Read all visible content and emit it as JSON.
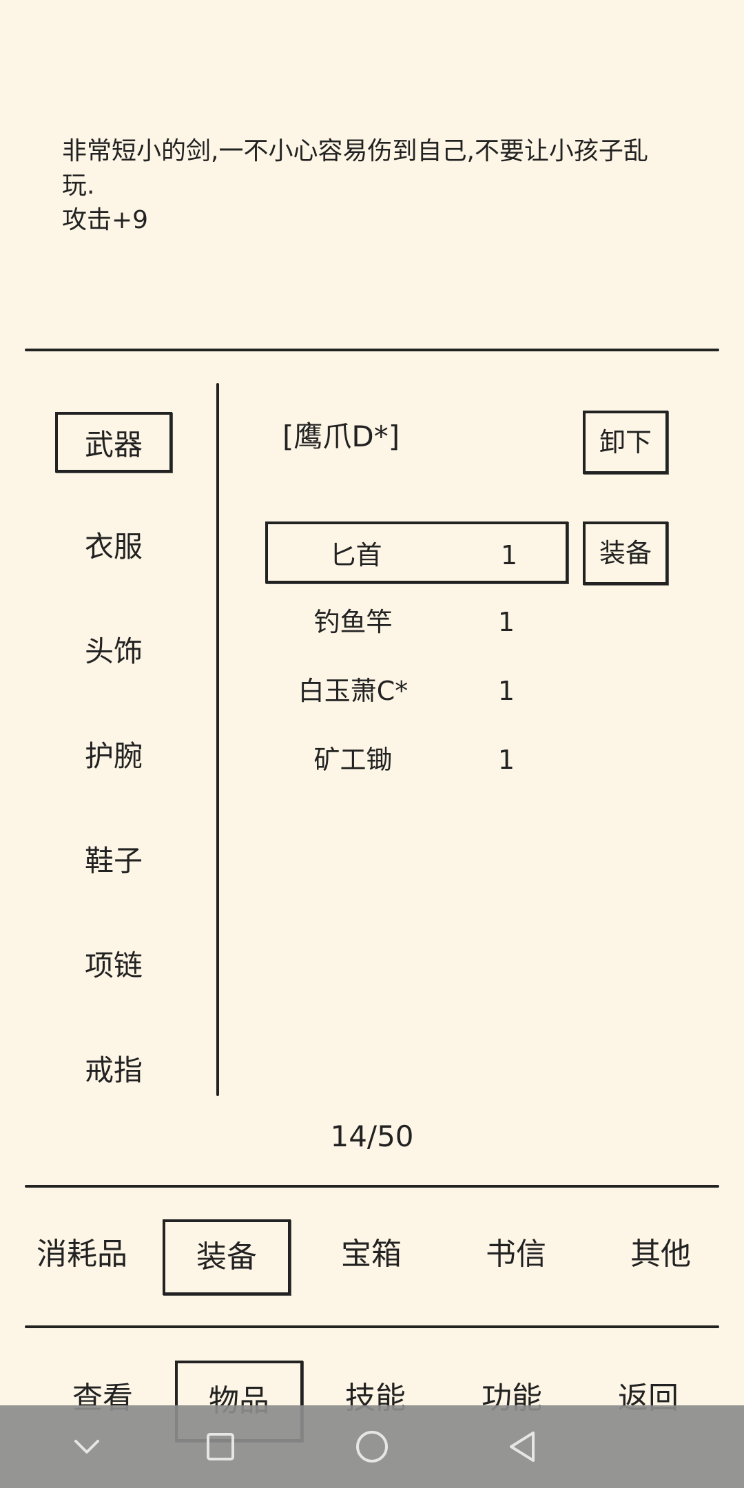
{
  "description": {
    "line1": "非常短小的剑,一不小心容易伤到自己,不要让小孩子乱",
    "line2": "玩.",
    "line3": "攻击+9"
  },
  "categories": [
    {
      "label": "武器",
      "selected": true
    },
    {
      "label": "衣服",
      "selected": false
    },
    {
      "label": "头饰",
      "selected": false
    },
    {
      "label": "护腕",
      "selected": false
    },
    {
      "label": "鞋子",
      "selected": false
    },
    {
      "label": "项链",
      "selected": false
    },
    {
      "label": "戒指",
      "selected": false
    }
  ],
  "equipped": {
    "name": "[鹰爪D*]",
    "unequip_label": "卸下"
  },
  "items": [
    {
      "name": "匕首",
      "qty": "1",
      "selected": true
    },
    {
      "name": "钓鱼竿",
      "qty": "1",
      "selected": false
    },
    {
      "name": "白玉萧C*",
      "qty": "1",
      "selected": false
    },
    {
      "name": "矿工锄",
      "qty": "1",
      "selected": false
    }
  ],
  "equip_label": "装备",
  "capacity": "14/50",
  "tabs": [
    {
      "label": "消耗品",
      "selected": false
    },
    {
      "label": "装备",
      "selected": true
    },
    {
      "label": "宝箱",
      "selected": false
    },
    {
      "label": "书信",
      "selected": false
    },
    {
      "label": "其他",
      "selected": false
    }
  ],
  "nav": [
    {
      "label": "查看",
      "selected": false
    },
    {
      "label": "物品",
      "selected": true
    },
    {
      "label": "技能",
      "selected": false
    },
    {
      "label": "功能",
      "selected": false
    },
    {
      "label": "返回",
      "selected": false
    }
  ],
  "system_bar": {
    "icons": [
      "chevron-down-icon",
      "square-icon",
      "circle-icon",
      "back-triangle-icon"
    ]
  }
}
